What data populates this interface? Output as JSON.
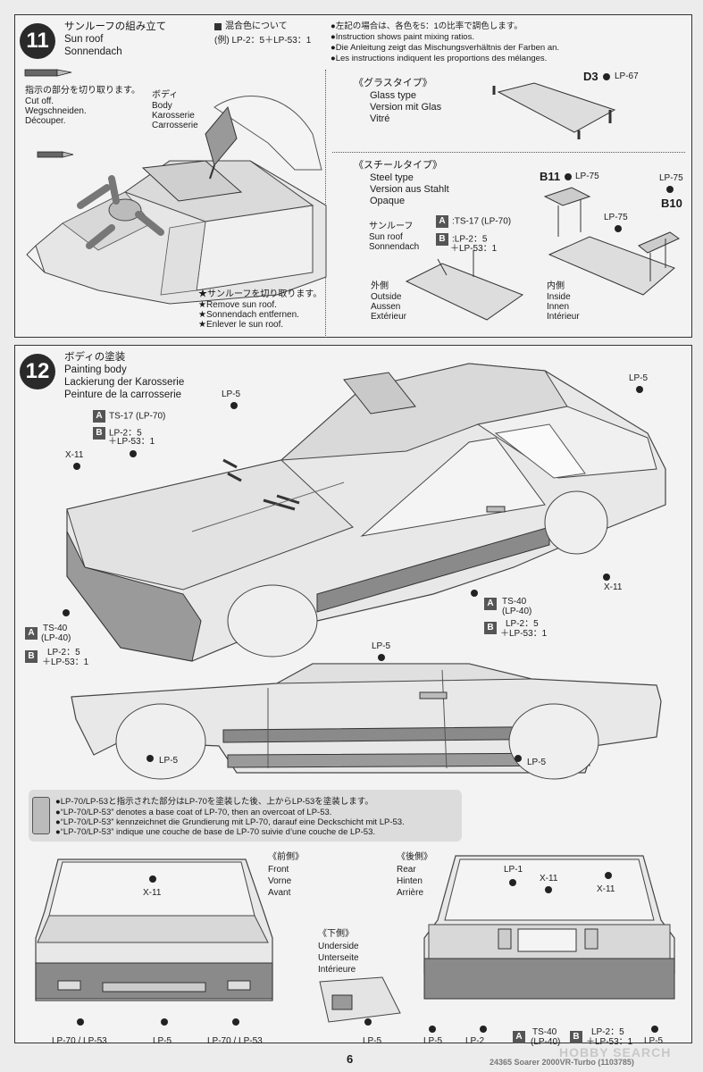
{
  "step11": {
    "number": "11",
    "title_ja": "サンルーフの組み立て",
    "title_en": "Sun roof",
    "title_de": "Sonnendach",
    "mix_title": "混合色について",
    "mix_formula": "(例) LP-2：5＋LP-53：1",
    "mix_notes": [
      "●左記の場合は、各色を5：1の比率で調色します。",
      "●Instruction shows paint mixing ratios.",
      "●Die Anleitung zeigt das Mischungsverhältnis der Farben an.",
      "●Les instructions indiquent les proportions des mélanges."
    ],
    "cut_ja": "指示の部分を切り取ります。",
    "cut_en": "Cut off.",
    "cut_de": "Wegschneiden.",
    "cut_fr": "Découper.",
    "body_labels": [
      "ボディ",
      "Body",
      "Karosserie",
      "Carrosserie"
    ],
    "remove_notes": [
      "★サンルーフを切り取ります。",
      "★Remove sun roof.",
      "★Sonnendach entfernen.",
      "★Enlever le sun roof."
    ],
    "glass_labels": [
      "《グラスタイプ》",
      "Glass type",
      "Version mit Glas",
      "Vitré"
    ],
    "glass_part": "D3",
    "glass_paint": "LP-67",
    "steel_labels": [
      "《スチールタイプ》",
      "Steel type",
      "Version aus Stahlt",
      "Opaque"
    ],
    "sunroof_labels": [
      "サンルーフ",
      "Sun roof",
      "Sonnendach"
    ],
    "color_a": ":TS-17 (LP-70)",
    "color_b1": ":LP-2：5",
    "color_b2": "＋LP-53：1",
    "outside_labels": [
      "外側",
      "Outside",
      "Aussen",
      "Extérieur"
    ],
    "inside_labels": [
      "内側",
      "Inside",
      "Innen",
      "Intérieur"
    ],
    "b11": "B11",
    "b10": "B10",
    "lp75": "LP-75"
  },
  "step12": {
    "number": "12",
    "title_ja": "ボディの塗装",
    "title_en": "Painting body",
    "title_de": "Lackierung der Karosserie",
    "title_fr": "Peinture de la carrosserie",
    "a_color": "TS-17 (LP-70)",
    "b_color1": "LP-2：5",
    "b_color2": "＋LP-53：1",
    "ts40_a": "TS-40",
    "ts40_b": "(LP-40)",
    "lp5": "LP-5",
    "x11": "X-11",
    "lp1": "LP-1",
    "lp2": "LP-2",
    "lp70_53": "LP-70 / LP-53",
    "base_notes": [
      "●LP-70/LP-53と指示された部分はLP-70を塗装した後、上からLP-53を塗装します。",
      "●“LP-70/LP-53” denotes a base coat of LP-70, then an overcoat of LP-53.",
      "●“LP-70/LP-53” kennzeichnet die Grundierung mit LP-70, darauf eine Deckschicht mit LP-53.",
      "●“LP-70/LP-53” indique une couche de base de LP-70 suivie d’une couche de LP-53."
    ],
    "front_labels": [
      "《前側》",
      "Front",
      "Vorne",
      "Avant"
    ],
    "rear_labels": [
      "《後側》",
      "Rear",
      "Hinten",
      "Arrière"
    ],
    "under_labels": [
      "《下側》",
      "Underside",
      "Unterseite",
      "Intérieure"
    ]
  },
  "footer": {
    "page_number": "6",
    "code": "24365 Soarer 2000VR-Turbo (1103785)",
    "watermark": "HOBBY SEARCH"
  }
}
